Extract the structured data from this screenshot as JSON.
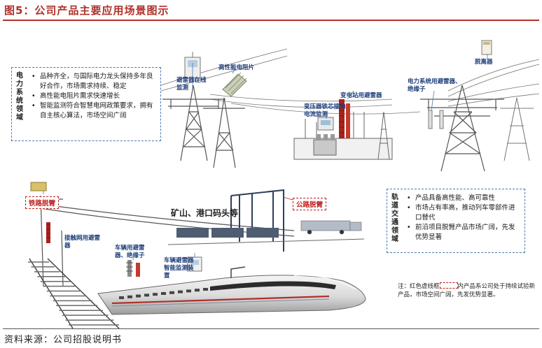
{
  "figure": {
    "title": "图5：公司产品主要应用场景图示",
    "source": "资料来源：公司招股说明书"
  },
  "power_box": {
    "side_label": "电力系统领域",
    "bullets": [
      "品种齐全，与国际电力龙头保持多年良好合作，市场需求持续、稳定",
      "高性能电阻片需求快速增长",
      "智能监测符合智慧电网政策要求，拥有自主核心算法，市场空间广阔"
    ]
  },
  "rail_box": {
    "side_label": "轨道交通领域",
    "bullets": [
      "产品具备高性能、高可靠性",
      "市场占有率高，推动列车零部件进口替代",
      "前沿项目脱臂产品市场广阔，先发优势显著"
    ]
  },
  "labels": {
    "arrester_monitor": "避雷器在线监测",
    "resistor": "高性能电阻片",
    "transformer_monitor": "变压器铁芯接地电流监测",
    "station_arrester": "变电站用避雷器",
    "power_arrester": "电力系统用避雷器、绝缘子",
    "disconnector": "脱离器",
    "rail_decoupler": "铁路脱臂",
    "contact_arrester": "接触网用避雷器",
    "vehicle_arrester": "车辆用避雷器、绝缘子",
    "vehicle_monitor": "车辆避雷器智能监测装置",
    "port_decoupler": "公路脱臂",
    "mine_port": "矿山、港口码头等"
  },
  "note": {
    "prefix": "注：红色虚线框",
    "suffix": "内产品系公司处于持续试验新产品，市场空间广阔，先发优势显著。"
  },
  "colors": {
    "accent": "#b0302a",
    "box_border": "#4a7ab5",
    "label_blue": "#1c3d7a",
    "new_product_red": "#c0201f"
  }
}
